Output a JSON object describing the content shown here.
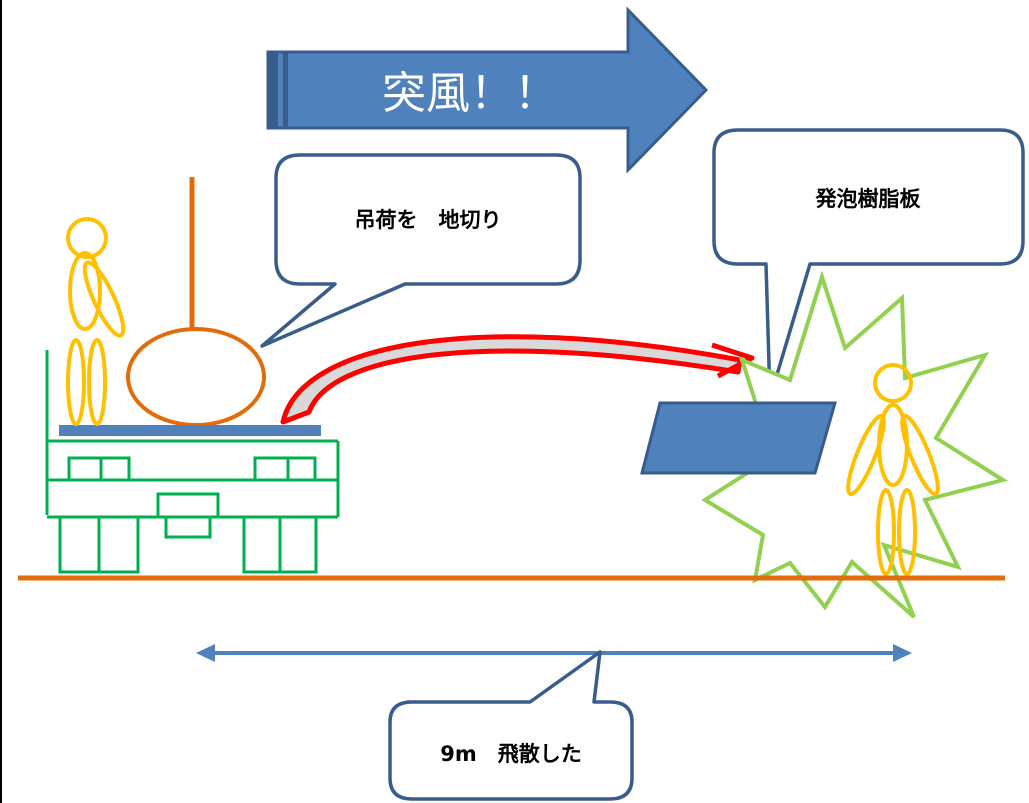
{
  "arrow_label": "突風！！",
  "callout_load": "吊荷を　地切り",
  "callout_board": "発泡樹脂板",
  "callout_distance": "9m　飛散した",
  "colors": {
    "wind_arrow": "#4F81BD",
    "wind_arrow_border": "#385D8A",
    "crane_orange": "#E36C0A",
    "person_yellow": "#FFC000",
    "vehicle_green": "#00B050",
    "flight_red": "#FF0000",
    "burst_green": "#92D050",
    "ground": "#E36C0A",
    "distance_arrow": "#4F81BD",
    "callout_border": "#385D8A"
  }
}
